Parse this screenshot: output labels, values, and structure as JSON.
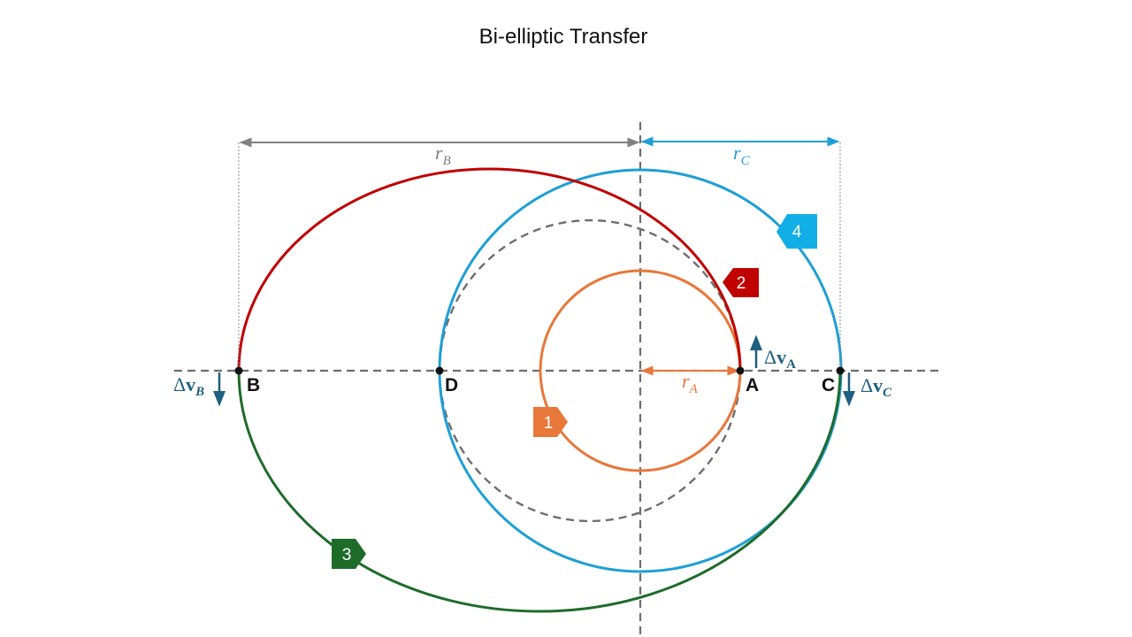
{
  "title": "Bi-elliptic Transfer",
  "points": {
    "A": "A",
    "B": "B",
    "C": "C",
    "D": "D"
  },
  "radii": {
    "rA": {
      "symbol": "r",
      "subscript": "A"
    },
    "rB": {
      "symbol": "r",
      "subscript": "B"
    },
    "rC": {
      "symbol": "r",
      "subscript": "C"
    }
  },
  "burns": {
    "A": {
      "delta": "Δ",
      "v": "v",
      "subscript": "A",
      "direction": "up"
    },
    "B": {
      "delta": "Δ",
      "v": "v",
      "subscript": "B",
      "direction": "down"
    },
    "C": {
      "delta": "Δ",
      "v": "v",
      "subscript": "C",
      "direction": "down"
    }
  },
  "orbit_tags": {
    "t1": "1",
    "t2": "2",
    "t3": "3",
    "t4": "4"
  },
  "colors": {
    "orbit_1_initial": "#e8773a",
    "orbit_2_transfer_upper": "#c00000",
    "orbit_3_transfer_lower": "#1e6b2a",
    "orbit_4_final": "#1f9fd6",
    "reference_dashed": "#6e6e6e",
    "dimension_rB": "#808080",
    "dimension_rC": "#1f9fd6",
    "delta_v": "#1f5f7f",
    "tag_4": "#12aee6"
  }
}
